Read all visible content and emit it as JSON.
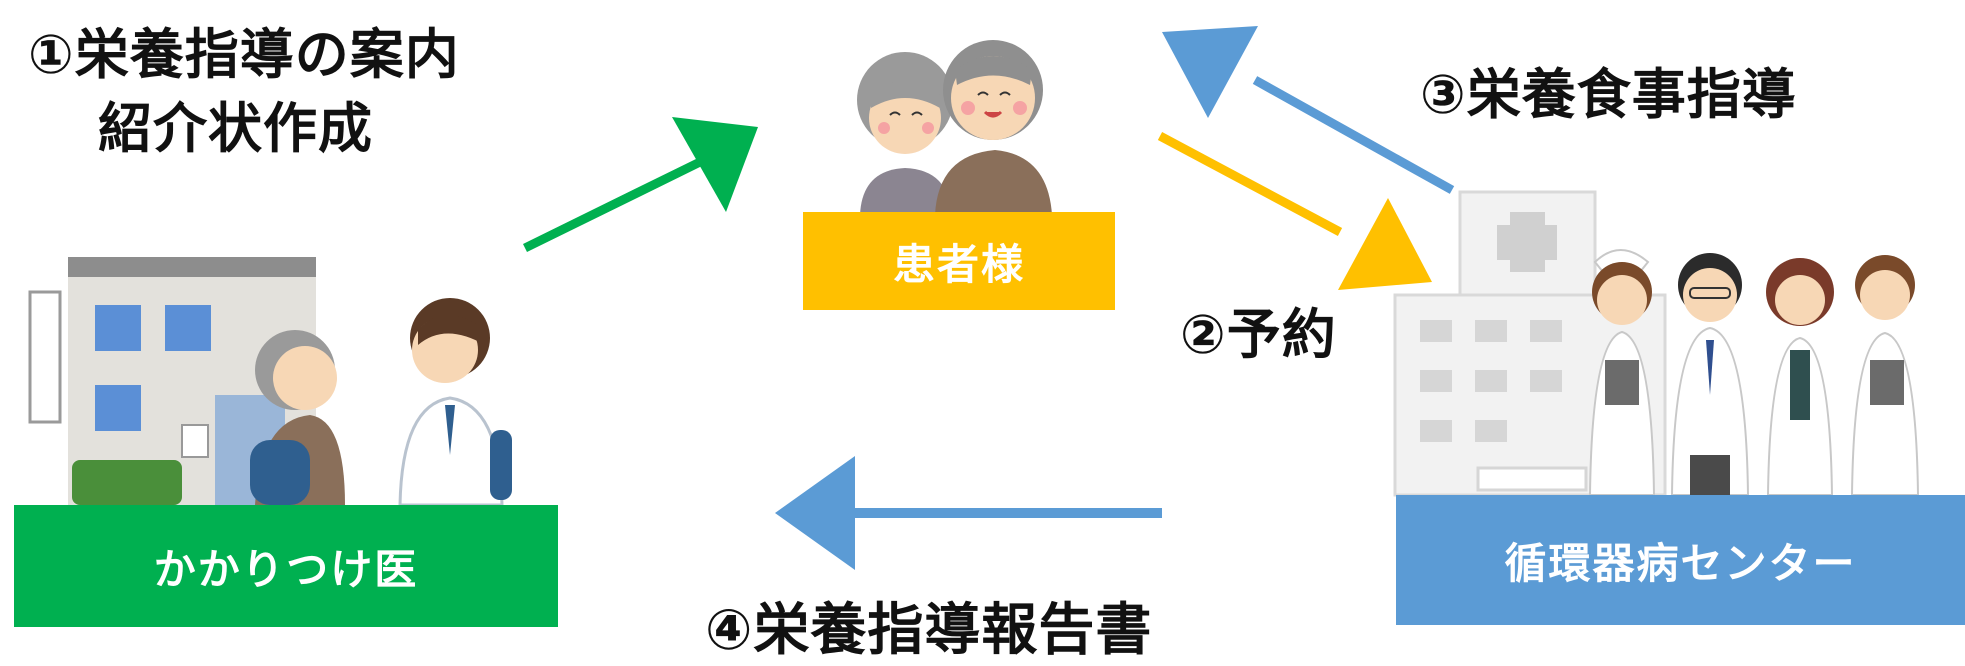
{
  "steps": {
    "step1_line1": "①栄養指導の案内",
    "step1_line2": "紹介状作成",
    "step2": "②予約",
    "step3": "③栄養食事指導",
    "step4": "④栄養指導報告書"
  },
  "boxes": {
    "patient": "患者様",
    "clinic": "かかりつけ医",
    "hospital": "循環器病センター"
  },
  "colors": {
    "green": "#00b050",
    "yellow": "#ffc000",
    "blue": "#5b9bd5"
  }
}
